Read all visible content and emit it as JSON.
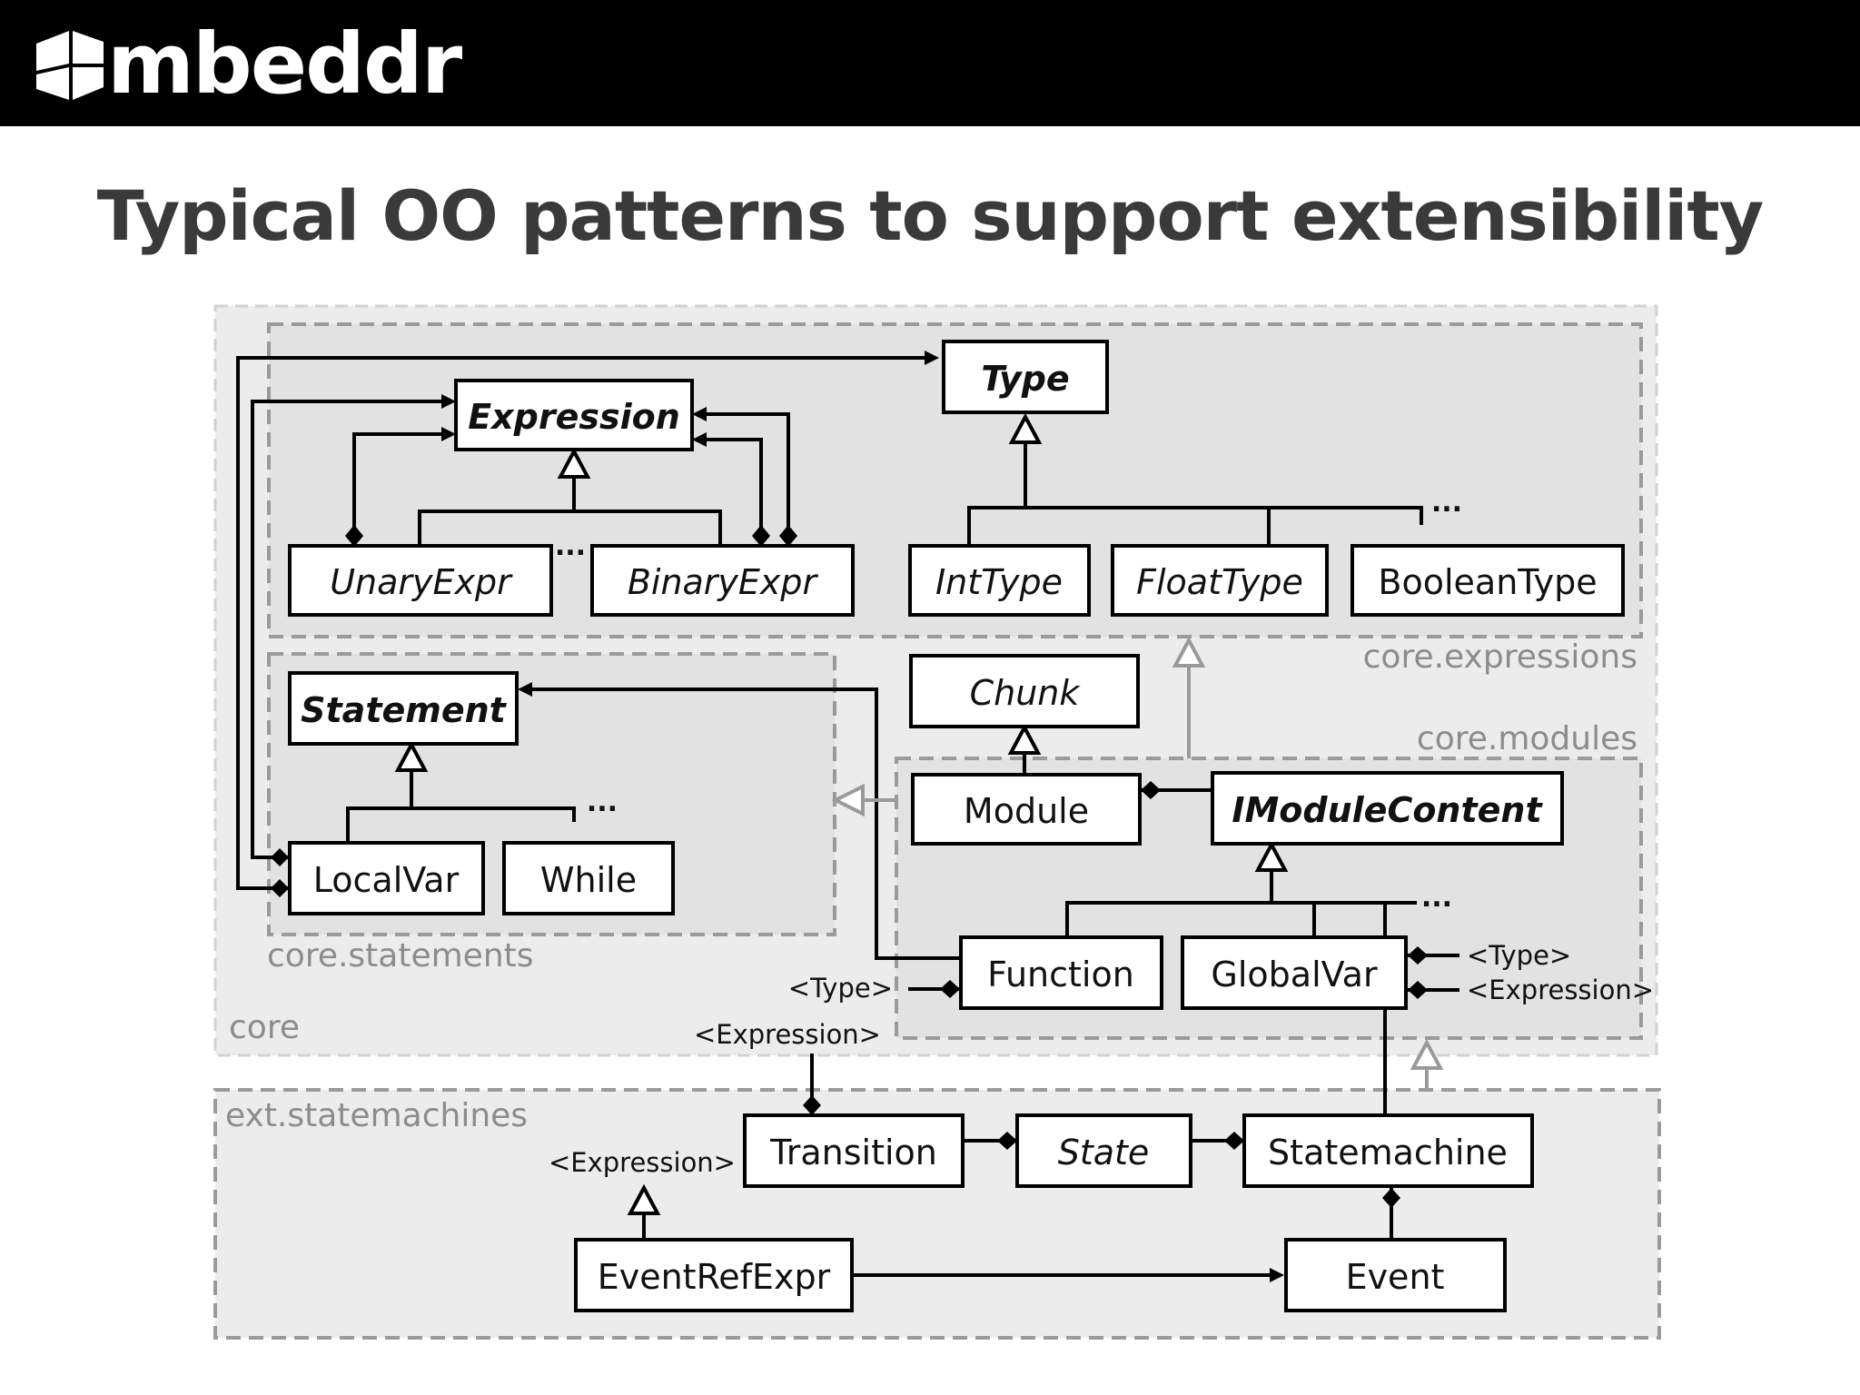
{
  "header": {
    "logo_text": "mbeddr"
  },
  "title": "Typical OO patterns to support extensibility",
  "packages": {
    "core": "core",
    "core_expressions": "core.expressions",
    "core_statements": "core.statements",
    "core_modules": "core.modules",
    "ext_statemachines": "ext.statemachines"
  },
  "classes": {
    "expression": "Expression",
    "type": "Type",
    "unary_expr": "UnaryExpr",
    "binary_expr": "BinaryExpr",
    "int_type": "IntType",
    "float_type": "FloatType",
    "boolean_type": "BooleanType",
    "statement": "Statement",
    "local_var": "LocalVar",
    "while": "While",
    "chunk": "Chunk",
    "module": "Module",
    "imodule_content": "IModuleContent",
    "function": "Function",
    "global_var": "GlobalVar",
    "transition": "Transition",
    "state": "State",
    "statemachine": "Statemachine",
    "event_ref_expr": "EventRefExpr",
    "event": "Event"
  },
  "labels": {
    "ellipsis": "...",
    "type_ref": "<Type>",
    "expression_ref": "<Expression>"
  },
  "colors": {
    "package_fill": "#e4e4e4",
    "package_border": "#9a9a9a",
    "header_bg": "#000000",
    "title": "#3a3a3a"
  }
}
